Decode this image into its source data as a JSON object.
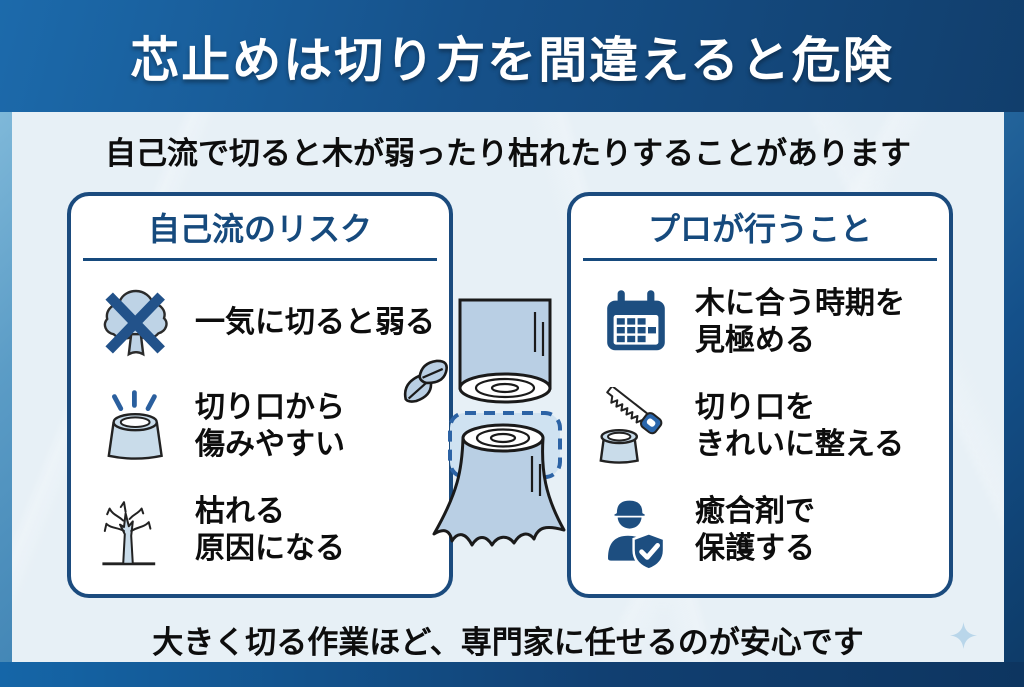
{
  "header": {
    "title": "芯止めは切り方を間違えると危険"
  },
  "intro": {
    "text": "自己流で切ると木が弱ったり枯れたりすることがあります"
  },
  "panels": {
    "left": {
      "title": "自己流のリスク",
      "items": [
        {
          "icon": "tree-x-icon",
          "lines": [
            "一気に切ると弱る"
          ]
        },
        {
          "icon": "stump-pain-icon",
          "lines": [
            "切り口から",
            "傷みやすい"
          ]
        },
        {
          "icon": "dead-tree-icon",
          "lines": [
            "枯れる",
            "原因になる"
          ]
        }
      ]
    },
    "right": {
      "title": "プロが行うこと",
      "items": [
        {
          "icon": "calendar-icon",
          "lines": [
            "木に合う時期を",
            "見極める"
          ]
        },
        {
          "icon": "saw-stump-icon",
          "lines": [
            "切り口を",
            "きれいに整える"
          ]
        },
        {
          "icon": "worker-shield-icon",
          "lines": [
            "癒合剤で",
            "保護する"
          ]
        }
      ]
    }
  },
  "outro": {
    "text": "大きく切る作業ほど、専門家に任せるのが安心です"
  },
  "illustration": {
    "name": "topped-tree-trunk",
    "parts": [
      "cut-log-top",
      "growth-ring-cut-faces",
      "leaf-pair",
      "dashed-cut-highlight",
      "stump-with-roots"
    ]
  },
  "colors": {
    "header_gradient_start": "#1c6aab",
    "header_gradient_end": "#113e6c",
    "frame_light": "#8ec4e1",
    "frame_dark": "#0d3a66",
    "washi_bg": "#e7f0f6",
    "panel_border": "#1b4b7e",
    "panel_title": "#164a7d",
    "icon_navy": "#1d4e80",
    "icon_light_blue": "#bed3e6",
    "icon_outline": "#222222",
    "text_black": "#0d0d0d",
    "dashed_highlight": "#2c63a5"
  }
}
